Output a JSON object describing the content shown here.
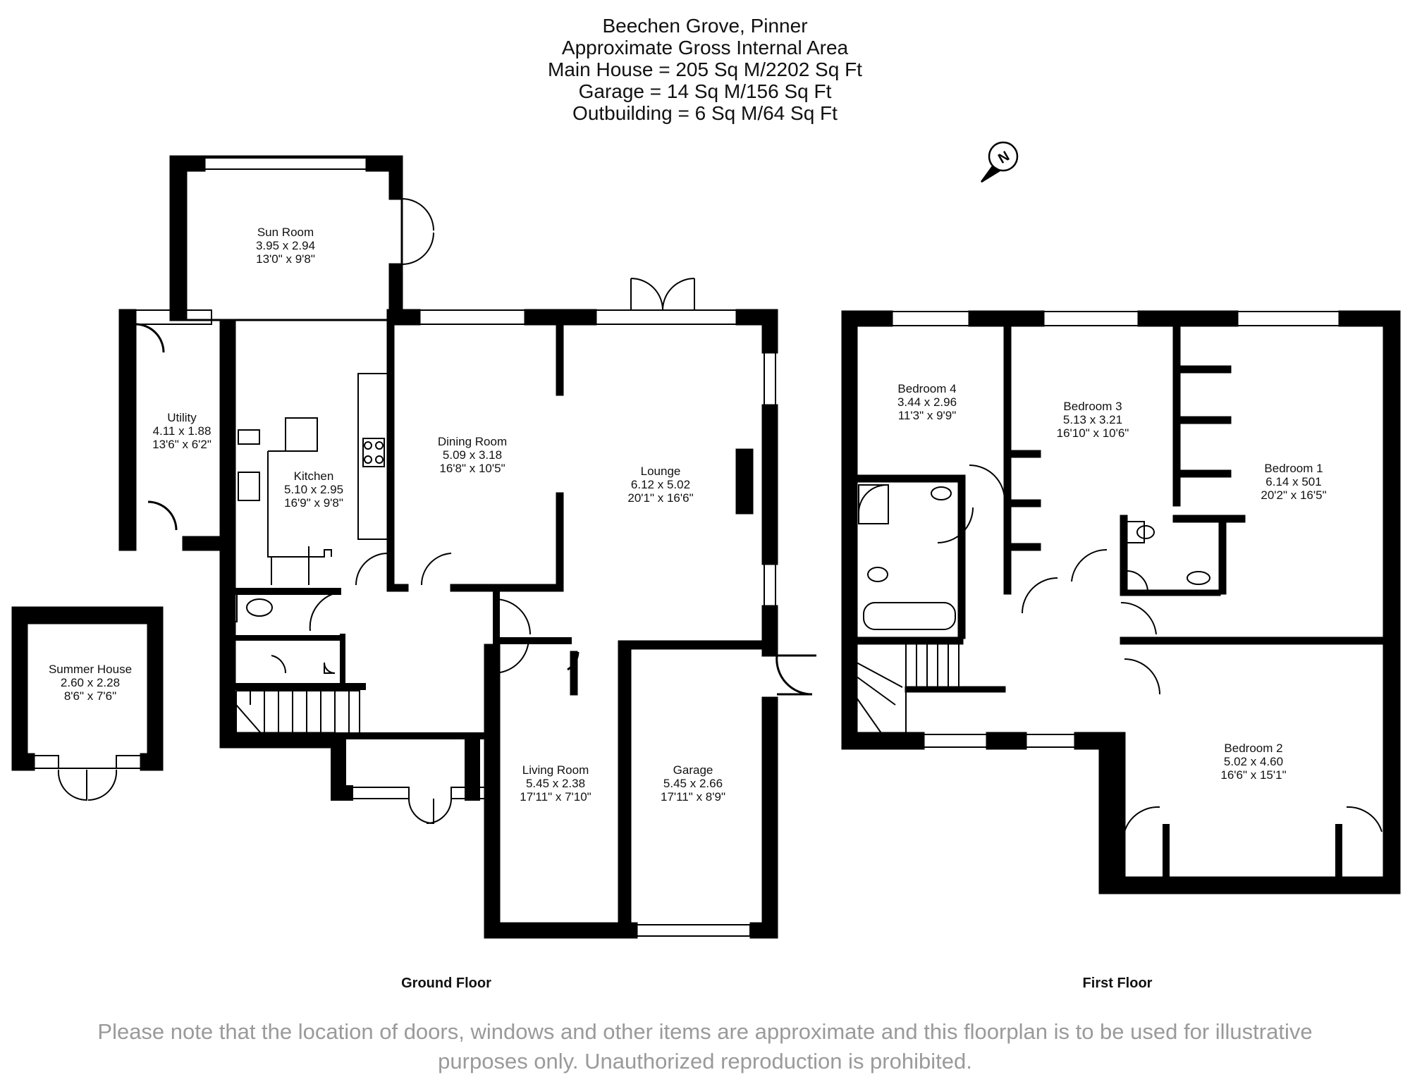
{
  "header": {
    "line1": "Beechen Grove, Pinner",
    "line2": "Approximate Gross Internal Area",
    "line3": "Main House = 205 Sq M/2202 Sq Ft",
    "line4": "Garage = 14 Sq M/156 Sq Ft",
    "line5": "Outbuilding = 6 Sq M/64 Sq Ft"
  },
  "compass": {
    "label": "N"
  },
  "rooms": {
    "sun_room": {
      "name": "Sun Room",
      "metric": "3.95 x 2.94",
      "imperial": "13'0\" x 9'8\""
    },
    "utility": {
      "name": "Utility",
      "metric": "4.11 x 1.88",
      "imperial": "13'6\" x 6'2\""
    },
    "kitchen": {
      "name": "Kitchen",
      "metric": "5.10 x 2.95",
      "imperial": "16'9\" x 9'8\""
    },
    "dining_room": {
      "name": "Dining Room",
      "metric": "5.09 x 3.18",
      "imperial": "16'8\" x 10'5\""
    },
    "lounge": {
      "name": "Lounge",
      "metric": "6.12 x 5.02",
      "imperial": "20'1\" x 16'6\""
    },
    "summer_house": {
      "name": "Summer House",
      "metric": "2.60 x 2.28",
      "imperial": "8'6\" x 7'6\""
    },
    "living_room": {
      "name": "Living Room",
      "metric": "5.45 x 2.38",
      "imperial": "17'11\" x 7'10\""
    },
    "garage": {
      "name": "Garage",
      "metric": "5.45 x 2.66",
      "imperial": "17'11\" x 8'9\""
    },
    "bedroom4": {
      "name": "Bedroom 4",
      "metric": "3.44 x 2.96",
      "imperial": "11'3\" x 9'9\""
    },
    "bedroom3": {
      "name": "Bedroom 3",
      "metric": "5.13 x 3.21",
      "imperial": "16'10\" x 10'6\""
    },
    "bedroom1": {
      "name": "Bedroom 1",
      "metric": "6.14 x 501",
      "imperial": "20'2\" x 16'5\""
    },
    "bedroom2": {
      "name": "Bedroom 2",
      "metric": "5.02 x 4.60",
      "imperial": "16'6\" x 15'1\""
    }
  },
  "floors": {
    "ground": "Ground Floor",
    "first": "First Floor"
  },
  "disclaimer": {
    "line1": "Please note that the location of doors, windows and other items are approximate and this floorplan is to be used for illustrative",
    "line2": "purposes only. Unauthorized reproduction is prohibited."
  },
  "colors": {
    "wall": "#000000",
    "disclaimer": "#9a9a9a"
  }
}
